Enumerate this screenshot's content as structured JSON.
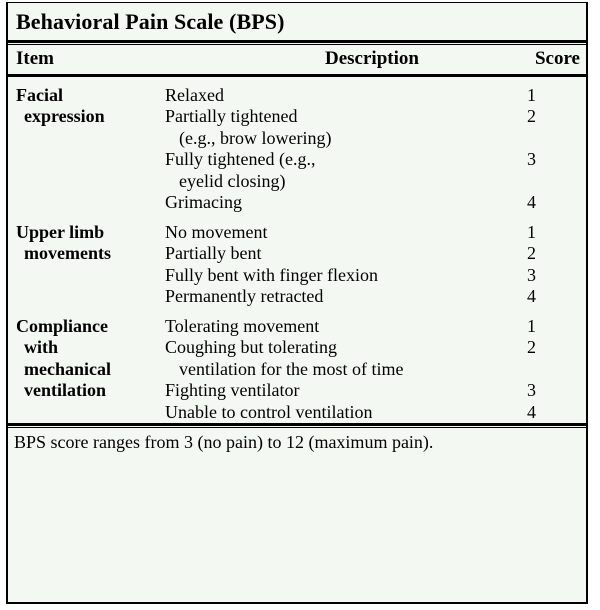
{
  "document": {
    "title": "Behavioral Pain Scale (BPS)",
    "columns": {
      "item": "Item",
      "description": "Description",
      "score": "Score"
    },
    "footer_note": "BPS score ranges from 3 (no pain) to 12 (maximum pain).",
    "colors": {
      "background": "#f4f8f3",
      "page": "#ffffff",
      "text": "#000000",
      "rule": "#000000"
    }
  },
  "sections": [
    {
      "item_lines": [
        "Facial",
        "expression"
      ],
      "options": [
        {
          "text": "Relaxed",
          "continuation": "",
          "score": "1"
        },
        {
          "text": "Partially tightened",
          "continuation": "(e.g., brow lowering)",
          "score": "2"
        },
        {
          "text": "Fully tightened (e.g.,",
          "continuation": "eyelid closing)",
          "score": "3"
        },
        {
          "text": "Grimacing",
          "continuation": "",
          "score": "4"
        }
      ]
    },
    {
      "item_lines": [
        "Upper limb",
        "movements"
      ],
      "options": [
        {
          "text": "No movement",
          "continuation": "",
          "score": "1"
        },
        {
          "text": "Partially bent",
          "continuation": "",
          "score": "2"
        },
        {
          "text": "Fully bent with finger flexion",
          "continuation": "",
          "score": "3"
        },
        {
          "text": "Permanently retracted",
          "continuation": "",
          "score": "4"
        }
      ]
    },
    {
      "item_lines": [
        "Compliance",
        "with",
        "mechanical",
        "ventilation"
      ],
      "options": [
        {
          "text": "Tolerating movement",
          "continuation": "",
          "score": "1"
        },
        {
          "text": "Coughing but tolerating",
          "continuation": "ventilation for the most of time",
          "score": "2"
        },
        {
          "text": "Fighting ventilator",
          "continuation": "",
          "score": "3"
        },
        {
          "text": "Unable to control ventilation",
          "continuation": "",
          "score": "4"
        }
      ]
    }
  ]
}
